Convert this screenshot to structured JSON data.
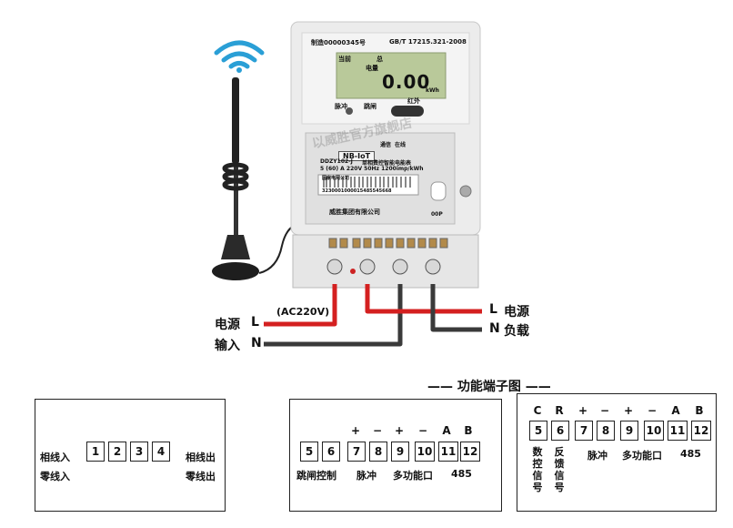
{
  "meter": {
    "cert_text": "制造00000345号",
    "standard": "GB/T 17215.321-2008",
    "lcd_labels": [
      "当前",
      "总",
      "电量"
    ],
    "lcd_value": "0.00",
    "lcd_unit": "kWh",
    "indicator_left": "脉冲",
    "indicator_mid": "跳闸",
    "indicator_right": "红外",
    "module_name": "NB-IoT",
    "module_status": [
      "通信",
      "在线"
    ],
    "model": "DDZY102-J",
    "type_name": "单相费控智能电能表",
    "spec": "5 (60) A 220V 50Hz 1200imp/kWh",
    "owner": "国家电网公司",
    "barcode_number": "3230001000015485545668",
    "maker": "威胜集团有限公司",
    "side_code": "00P",
    "watermark": "以威胜官方旗舰店"
  },
  "wiring": {
    "left_top_cn": "电源",
    "left_top_letter": "L",
    "left_bottom_cn": "输入",
    "left_bottom_letter": "N",
    "voltage": "(AC220V)",
    "right_top_letter": "L",
    "right_top_cn": "电源",
    "right_bottom_letter": "N",
    "right_bottom_cn": "负载",
    "colors": {
      "live": "#d42020",
      "neutral": "#3a3a3a"
    }
  },
  "terminal_section": {
    "title": "—— 功能端子图 ——"
  },
  "diagram_main": {
    "terminals": [
      "1",
      "2",
      "3",
      "4"
    ],
    "label_phase_in": "相线入",
    "label_zero_in": "零线入",
    "label_phase_out": "相线出",
    "label_zero_out": "零线出"
  },
  "diagram_func1": {
    "symbols": [
      "",
      "",
      "+",
      "−",
      "+",
      "−",
      "A",
      "B"
    ],
    "terminals": [
      "5",
      "6",
      "7",
      "8",
      "9",
      "10",
      "11",
      "12"
    ],
    "label_trip": "跳闸控制",
    "label_pulse": "脉冲",
    "label_multi": "多功能口",
    "label_485": "485"
  },
  "diagram_func2": {
    "symbols": [
      "C",
      "R",
      "+",
      "−",
      "+",
      "−",
      "A",
      "B"
    ],
    "terminals": [
      "5",
      "6",
      "7",
      "8",
      "9",
      "10",
      "11",
      "12"
    ],
    "label_c": "数控信号",
    "label_r": "反馈信号",
    "label_pulse": "脉冲",
    "label_multi": "多功能口",
    "label_485": "485"
  }
}
